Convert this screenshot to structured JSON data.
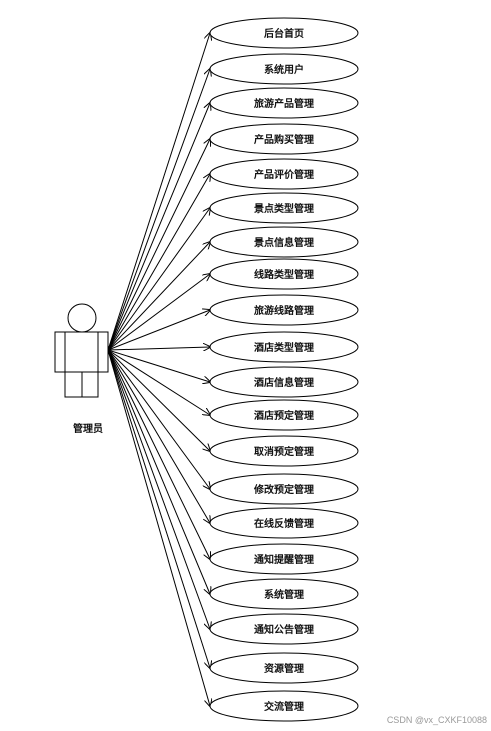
{
  "actor": {
    "label": "管理员"
  },
  "use_cases": [
    "后台首页",
    "系统用户",
    "旅游产品管理",
    "产品购买管理",
    "产品评价管理",
    "景点类型管理",
    "景点信息管理",
    "线路类型管理",
    "旅游线路管理",
    "酒店类型管理",
    "酒店信息管理",
    "酒店预定管理",
    "取消预定管理",
    "修改预定管理",
    "在线反馈管理",
    "通知提醒管理",
    "系统管理",
    "通知公告管理",
    "资源管理",
    "交流管理"
  ],
  "watermark": "CSDN @vx_CXKF10088",
  "colors": {
    "stroke": "#000000",
    "background": "#ffffff"
  }
}
